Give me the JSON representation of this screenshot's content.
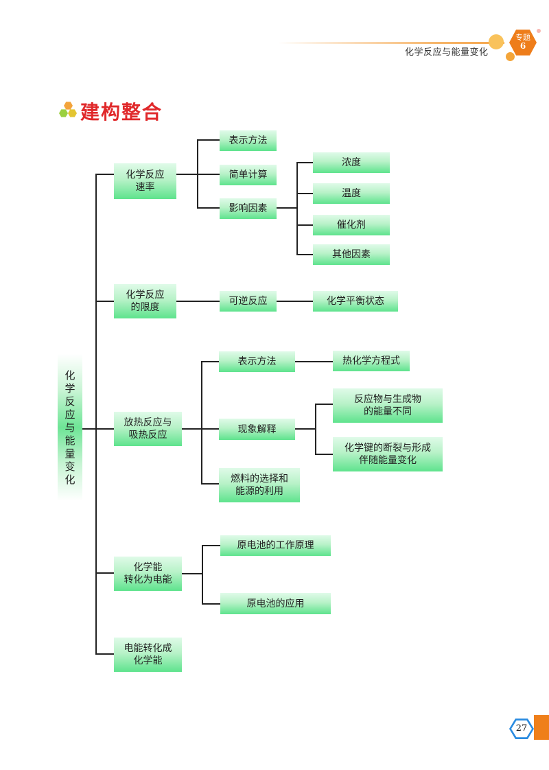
{
  "header": {
    "running_title": "化学反应与能量变化",
    "badge_label": "专题",
    "badge_number": "6",
    "accent_color": "#ee7d1a"
  },
  "section": {
    "title": "建构整合",
    "icon": "three-hexagon-cluster-icon",
    "title_color": "#e0282a"
  },
  "concept_map": {
    "root": "化学反应与能量变化",
    "root_chars": [
      "化",
      "学",
      "反",
      "应",
      "与",
      "能",
      "量",
      "变",
      "化"
    ],
    "branches": [
      {
        "label_lines": [
          "化学反应",
          "速率"
        ],
        "children": [
          {
            "label": "表示方法"
          },
          {
            "label": "简单计算"
          },
          {
            "label": "影响因素",
            "children": [
              "浓度",
              "温度",
              "催化剂",
              "其他因素"
            ]
          }
        ]
      },
      {
        "label_lines": [
          "化学反应",
          "的限度"
        ],
        "children": [
          {
            "label": "可逆反应",
            "children": [
              "化学平衡状态"
            ]
          }
        ]
      },
      {
        "label_lines": [
          "放热反应与",
          "吸热反应"
        ],
        "children": [
          {
            "label": "表示方法",
            "children": [
              "热化学方程式"
            ]
          },
          {
            "label": "现象解释",
            "children": [
              {
                "label_lines": [
                  "反应物与生成物",
                  "的能量不同"
                ]
              },
              {
                "label_lines": [
                  "化学键的断裂与形成",
                  "伴随能量变化"
                ]
              }
            ]
          },
          {
            "label_lines": [
              "燃料的选择和",
              "能源的利用"
            ]
          }
        ]
      },
      {
        "label_lines": [
          "化学能",
          "转化为电能"
        ],
        "children": [
          {
            "label": "原电池的工作原理"
          },
          {
            "label": "原电池的应用"
          }
        ]
      },
      {
        "label_lines": [
          "电能转化成",
          "化学能"
        ],
        "children": []
      }
    ]
  },
  "footer": {
    "page_number": "27"
  }
}
